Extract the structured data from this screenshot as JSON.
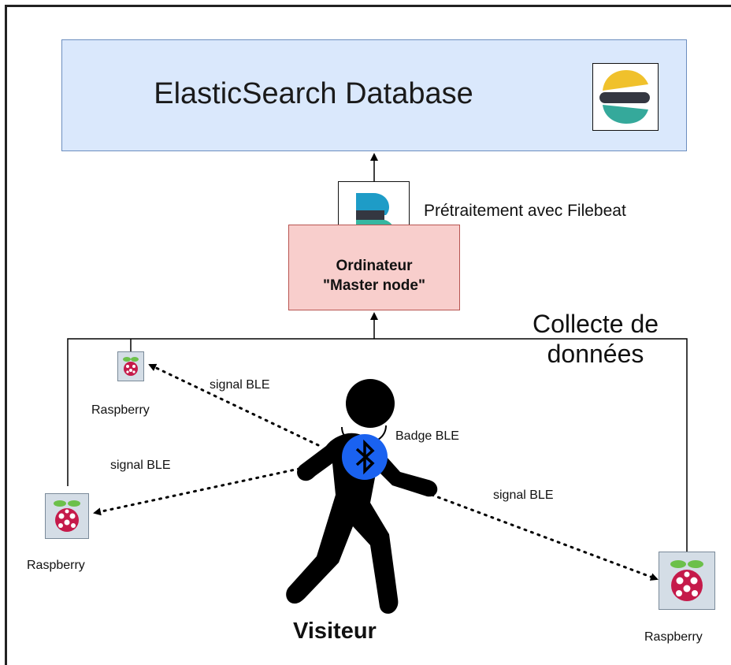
{
  "database": {
    "title": "ElasticSearch Database",
    "logo_icon": "elasticsearch-icon"
  },
  "preprocessing": {
    "label": "Prétraitement avec Filebeat",
    "logo_icon": "filebeat-icon"
  },
  "master_node": {
    "line1": "Ordinateur",
    "line2": "\"Master node\""
  },
  "collection": {
    "line1": "Collecte de",
    "line2": "données"
  },
  "signals": [
    "signal BLE",
    "signal BLE",
    "signal BLE"
  ],
  "badge": {
    "label": "Badge BLE",
    "icon": "bluetooth-icon"
  },
  "raspberries": [
    "Raspberry",
    "Raspberry",
    "Raspberry"
  ],
  "visitor": {
    "label": "Visiteur",
    "icon": "walking-person-icon"
  },
  "colors": {
    "db_fill": "#dae8fc",
    "db_border": "#6c8ebf",
    "master_fill": "#f8cecc",
    "master_border": "#b85450",
    "bluetooth": "#1a62f0"
  }
}
